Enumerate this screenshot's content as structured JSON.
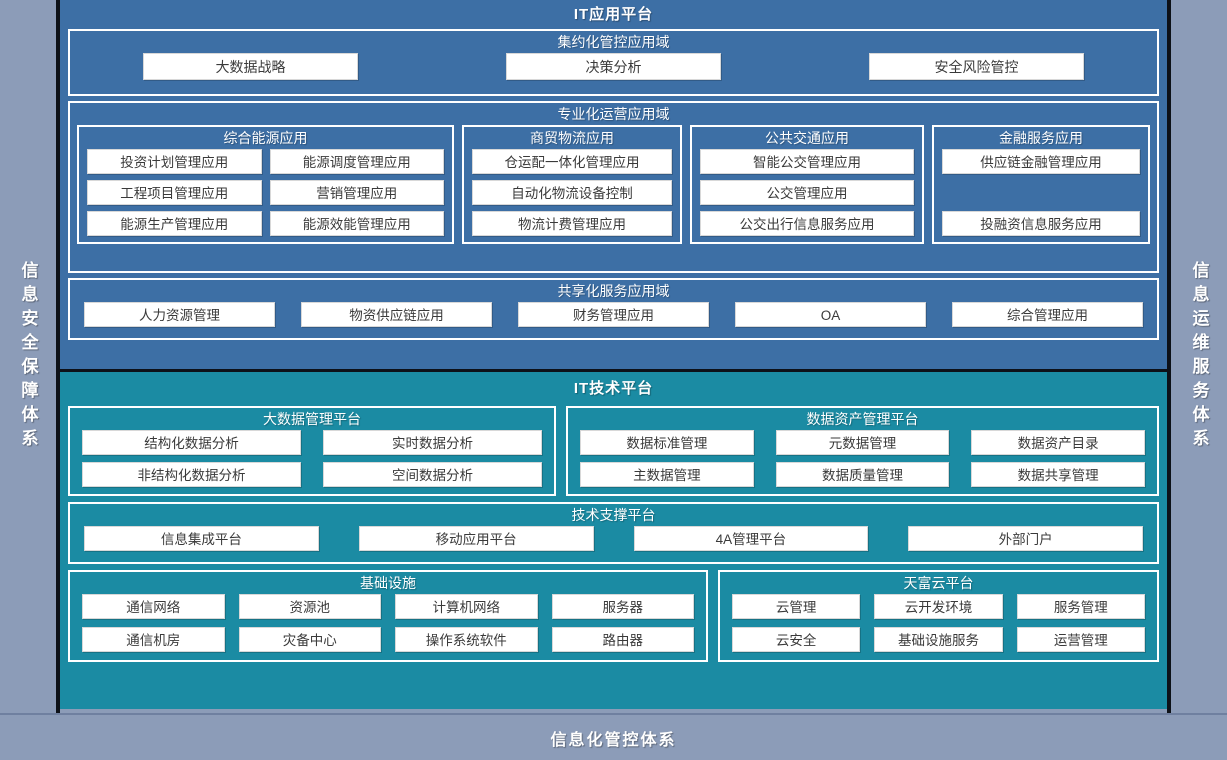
{
  "colors": {
    "background": "#8c9cb8",
    "app_platform": "#3d6fa5",
    "tech_platform": "#1b8ba3",
    "divider": "#0d1118",
    "chip_bg": "#ffffff",
    "chip_text": "#3a3a3a",
    "outline": "#ffffff"
  },
  "rails": {
    "left": "信息安全保障体系",
    "right": "信息运维服务体系"
  },
  "bottom_bar": {
    "label": "信息化管控体系"
  },
  "app_platform": {
    "title": "IT应用平台",
    "domains": [
      {
        "title": "集约化管控应用域",
        "items": [
          "大数据战略",
          "决策分析",
          "安全风险管控"
        ]
      },
      {
        "title": "专业化运营应用域",
        "groups": [
          {
            "title": "综合能源应用",
            "items": [
              "投资计划管理应用",
              "能源调度管理应用",
              "工程项目管理应用",
              "营销管理应用",
              "能源生产管理应用",
              "能源效能管理应用"
            ]
          },
          {
            "title": "商贸物流应用",
            "items": [
              "仓运配一体化管理应用",
              "自动化物流设备控制",
              "物流计费管理应用"
            ]
          },
          {
            "title": "公共交通应用",
            "items": [
              "智能公交管理应用",
              "公交管理应用",
              "公交出行信息服务应用"
            ]
          },
          {
            "title": "金融服务应用",
            "items": [
              "供应链金融管理应用",
              "",
              "投融资信息服务应用"
            ]
          }
        ]
      },
      {
        "title": "共享化服务应用域",
        "items": [
          "人力资源管理",
          "物资供应链应用",
          "财务管理应用",
          "OA",
          "综合管理应用"
        ]
      }
    ]
  },
  "tech_platform": {
    "title": "IT技术平台",
    "top_panels": [
      {
        "title": "大数据管理平台",
        "items": [
          "结构化数据分析",
          "实时数据分析",
          "非结构化数据分析",
          "空间数据分析"
        ]
      },
      {
        "title": "数据资产管理平台",
        "items": [
          "数据标准管理",
          "元数据管理",
          "数据资产目录",
          "主数据管理",
          "数据质量管理",
          "数据共享管理"
        ]
      }
    ],
    "support_panel": {
      "title": "技术支撑平台",
      "items": [
        "信息集成平台",
        "移动应用平台",
        "4A管理平台",
        "外部门户"
      ]
    },
    "bottom_panels": [
      {
        "title": "基础设施",
        "items": [
          "通信网络",
          "资源池",
          "计算机网络",
          "服务器",
          "通信机房",
          "灾备中心",
          "操作系统软件",
          "路由器"
        ]
      },
      {
        "title": "天富云平台",
        "items": [
          "云管理",
          "云开发环境",
          "服务管理",
          "云安全",
          "基础设施服务",
          "运营管理"
        ]
      }
    ]
  }
}
